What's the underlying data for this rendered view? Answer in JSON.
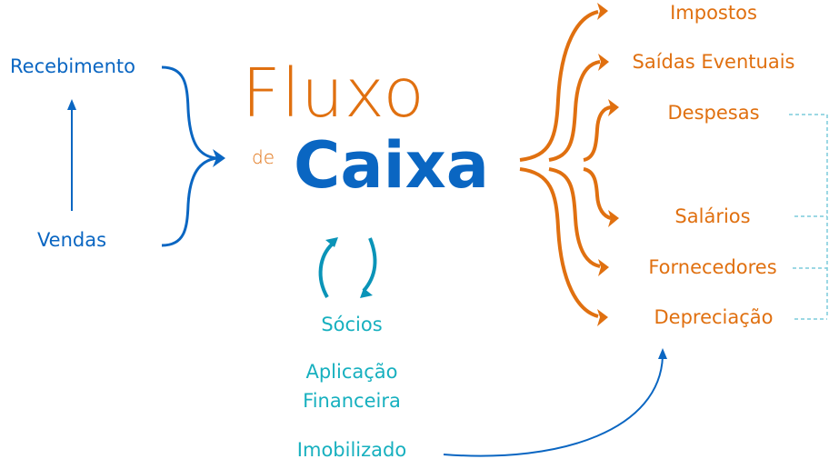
{
  "title": {
    "line1": "Fluxo",
    "connector": "de",
    "line2": "Caixa"
  },
  "inflows": {
    "top": "Recebimento",
    "bottom": "Vendas"
  },
  "outflows": [
    "Impostos",
    "Saídas Eventuais",
    "Despesas",
    "Salários",
    "Fornecedores",
    "Depreciação"
  ],
  "neutral": {
    "partners": "Sócios",
    "investment_line1": "Aplicação",
    "investment_line2": "Financeira",
    "fixed_assets": "Imobilizado"
  },
  "colors": {
    "blue": "#0a66c2",
    "orange": "#e07010",
    "teal": "#17b0bf",
    "teal_arrow": "#0a94b8",
    "dashed": "#7ccbdb"
  }
}
